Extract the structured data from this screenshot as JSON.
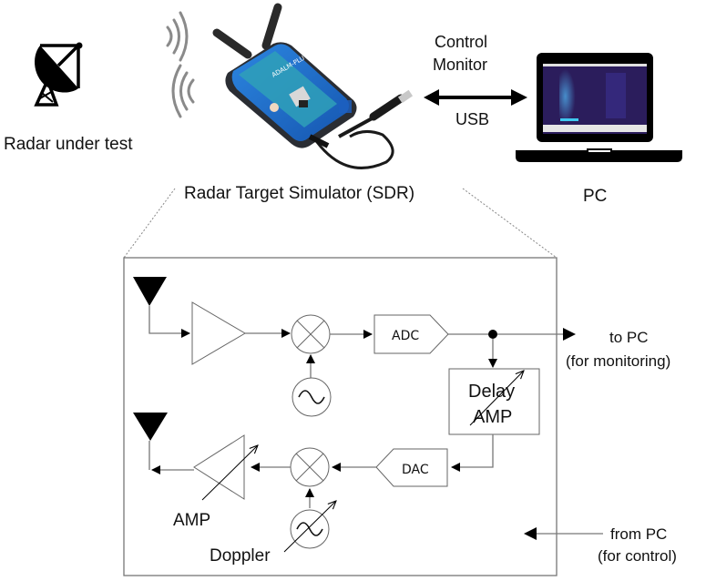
{
  "top": {
    "radar_label": "Radar under test",
    "sdr_label": "Radar Target Simulator (SDR)",
    "link_top_line1": "Control",
    "link_top_line2": "Monitor",
    "link_bottom": "USB",
    "pc_label": "PC",
    "device_brand_text": "ADALM-PLUTO",
    "colors": {
      "device_blue": "#1f6fd0",
      "device_dark": "#2a2d33",
      "screen_bg": "#2b1d5c",
      "spectrum_glow": "#3fa8e8"
    }
  },
  "block_diagram": {
    "adc_label": "ADC",
    "dac_label": "DAC",
    "delay_line1": "Delay",
    "delay_line2": "AMP",
    "amp_label": "AMP",
    "doppler_label": "Doppler",
    "to_pc_line1": "to PC",
    "to_pc_line2": "(for monitoring)",
    "from_pc_line1": "from PC",
    "from_pc_line2": "(for control)"
  },
  "icons": [
    "radar-dish-icon",
    "radio-waves-icon",
    "sdr-device-image",
    "usb-cable-icon",
    "double-arrow-icon",
    "laptop-icon",
    "antenna-icon",
    "amplifier-icon",
    "mixer-icon",
    "oscillator-icon",
    "junction-dot-icon"
  ]
}
